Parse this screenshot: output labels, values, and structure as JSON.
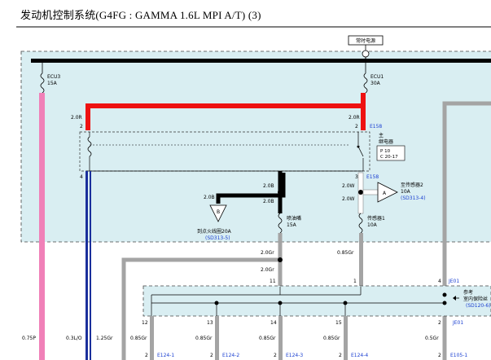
{
  "title": "发动机控制系统(G4FG : GAMMA 1.6L MPI A/T) (3)",
  "colors": {
    "fuse_box_bg": "#d9eef2",
    "power_bus": "#000000",
    "red_wire": "#ee1111",
    "pink_wire": "#f080b8",
    "blue_wire": "#1a2f9c",
    "gray_wire": "#a4a4a4",
    "black_wire": "#000000",
    "link_text": "#1a3fd1"
  },
  "power_source": {
    "label": "常时电源"
  },
  "fuses": {
    "ecu3": {
      "name": "ECU3",
      "rating": "15A"
    },
    "ecu1": {
      "name": "ECU1",
      "rating": "30A"
    },
    "injector": {
      "name": "喷油嘴",
      "rating": "15A"
    },
    "sensor2": {
      "name": "至传感器2",
      "rating": "10A",
      "ref": "(SD313-4)"
    },
    "sensor1": {
      "name": "传感器1",
      "rating": "10A"
    },
    "ignition": {
      "name": "到点火线圈20A",
      "ref": "(SD313-5)"
    }
  },
  "relay": {
    "name_line1": "主",
    "name_line2": "继电器",
    "spec_line1": "P 10",
    "spec_line2": "C 20-17"
  },
  "wires": {
    "w_20r_left": "2.0R",
    "w_20r_right": "2.0R",
    "w_20b_a": "2.0B",
    "w_20b_b": "2.0B",
    "w_20b_c": "2.0B",
    "w_20w_a": "2.0W",
    "w_20w_b": "2.0W",
    "w_20gr_a": "2.0Gr",
    "w_20gr_b": "2.0Gr",
    "w_085gr_top": "0.85Gr",
    "w_075p": "0.75P",
    "w_03lo": "0.3L/O",
    "w_125gr": "1.25Gr",
    "w_085gr_1": "0.85Gr",
    "w_085gr_2": "0.85Gr",
    "w_085gr_3": "0.85Gr",
    "w_085gr_4": "0.85Gr",
    "w_05gr": "0.5Gr"
  },
  "pins": {
    "p2_left": "2",
    "p4_left": "4",
    "p2_right": "2",
    "p3_right": "3",
    "p11": "11",
    "p1": "1",
    "p4_je": "4",
    "p12": "12",
    "p13": "13",
    "p14": "14",
    "p15": "15",
    "p2_bot": "2",
    "p2_b1": "2",
    "p2_b2": "2",
    "p2_b3": "2",
    "p2_b4": "2",
    "p2_b5": "2"
  },
  "connectors": {
    "e158_top": "E158",
    "e158_mid": "E158",
    "je01_top": "JE01",
    "je01_bot": "JE01",
    "e124_1": "E124-1",
    "e124_2": "E124-2",
    "e124_3": "E124-3",
    "e124_4": "E124-4",
    "e105_1": "E105-1"
  },
  "markers": {
    "a": "A",
    "b": "B"
  },
  "reference": {
    "line1": "参考",
    "line2": "室内保险丝",
    "line3": "(SD120-6)"
  }
}
